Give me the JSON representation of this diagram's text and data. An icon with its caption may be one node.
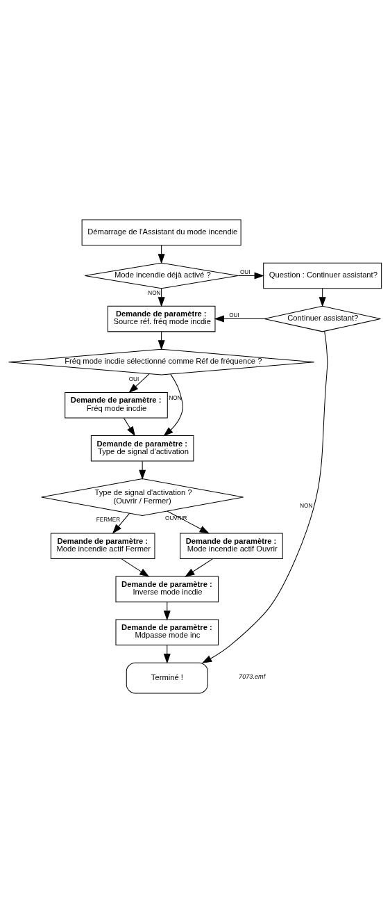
{
  "diagram": {
    "nodes": [
      {
        "text": [
          "Démarrage de l'Assistant du mode incendie"
        ]
      },
      {
        "text": [
          "Mode incendie déjà activé ?"
        ]
      },
      {
        "text": [
          "Question : Continuer assistant?"
        ]
      },
      {
        "text": [
          "Continuer assistant?"
        ]
      },
      {
        "text": [
          "Demande de paramètre :",
          "Source réf. fréq mode incdie"
        ]
      },
      {
        "text": [
          "Fréq mode incdie sélectionné comme Réf de fréquence ?"
        ]
      },
      {
        "text": [
          "Demande de paramètre :",
          "Fréq mode incdie"
        ]
      },
      {
        "text": [
          "Demande de paramètre :",
          "Type de signal d'activation"
        ]
      },
      {
        "text": [
          "Type de signal d'activation ?",
          "(Ouvrir / Fermer)"
        ]
      },
      {
        "text": [
          "Demande de paramètre :",
          "Mode incendie actif Fermer"
        ]
      },
      {
        "text": [
          "Demande de paramètre :",
          "Mode incendie actif Ouvrir"
        ]
      },
      {
        "text": [
          "Demande de paramètre :",
          "Inverse mode incdie"
        ]
      },
      {
        "text": [
          "Demande de paramètre :",
          "Mdpasse mode inc"
        ]
      },
      {
        "text": [
          "Terminé !"
        ]
      }
    ],
    "edges": [
      {
        "from": 0,
        "to": 1,
        "arrow": "to"
      },
      {
        "from": 1,
        "to": 2,
        "arrow": "to",
        "label": "OUI"
      },
      {
        "from": 1,
        "to": 4,
        "arrow": "to",
        "label": "NON"
      },
      {
        "from": 2,
        "to": 3,
        "arrow": "to"
      },
      {
        "from": 3,
        "to": 4,
        "arrow": "to",
        "label": "OUI"
      },
      {
        "from": 3,
        "to": 13,
        "arrow": "to",
        "label": "NON"
      },
      {
        "from": 4,
        "to": 5,
        "arrow": "to"
      },
      {
        "from": 5,
        "to": 6,
        "arrow": "to",
        "label": "OUI"
      },
      {
        "from": 5,
        "to": 7,
        "arrow": "to",
        "label": "NON"
      },
      {
        "from": 6,
        "to": 7,
        "arrow": "to"
      },
      {
        "from": 7,
        "to": 8,
        "arrow": "to"
      },
      {
        "from": 8,
        "to": 9,
        "arrow": "to",
        "label": "FERMER"
      },
      {
        "from": 8,
        "to": 10,
        "arrow": "to",
        "label": "OUVRIR"
      },
      {
        "from": 9,
        "to": 11,
        "arrow": "to"
      },
      {
        "from": 10,
        "to": 11,
        "arrow": "to"
      },
      {
        "from": 11,
        "to": 12,
        "arrow": "to"
      },
      {
        "from": 12,
        "to": 13,
        "arrow": "to"
      }
    ],
    "labels": [
      "7073.emf"
    ]
  }
}
